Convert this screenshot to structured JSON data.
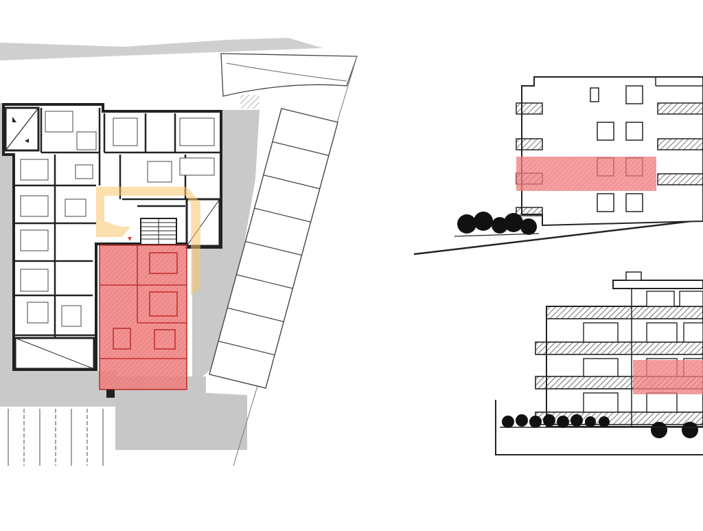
{
  "drawing": {
    "colors": {
      "background": "#ffffff",
      "site_gray": "#c8c8c8",
      "site_light": "#d9d9d9",
      "wall": "#222222",
      "highlight_red": "#f08080",
      "highlight_orange": "#f7c56a"
    },
    "views": [
      {
        "id": "site-floor-plan",
        "kind": "floor-plan"
      },
      {
        "id": "elevation-upper",
        "kind": "elevation"
      },
      {
        "id": "elevation-lower",
        "kind": "elevation"
      }
    ],
    "highlighted_units": 3,
    "parking_stalls_right": 8,
    "parking_stalls_bottom": 7
  }
}
